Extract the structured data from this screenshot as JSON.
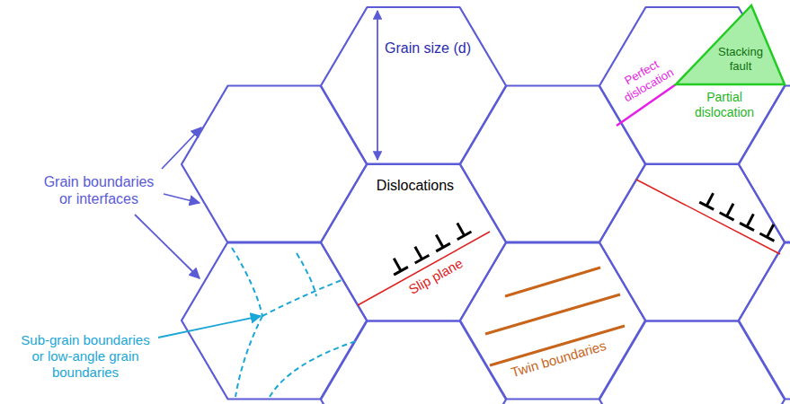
{
  "diagram": {
    "labels": [
      "Grain size (d)",
      "Perfect dislocation",
      "Stacking fault",
      "Partial dislocation",
      "Grain boundaries or interfaces",
      "Dislocations",
      "Slip plane",
      "Sub-grain boundaries or low-angle grain boundaries",
      "Twin boundaries"
    ]
  }
}
